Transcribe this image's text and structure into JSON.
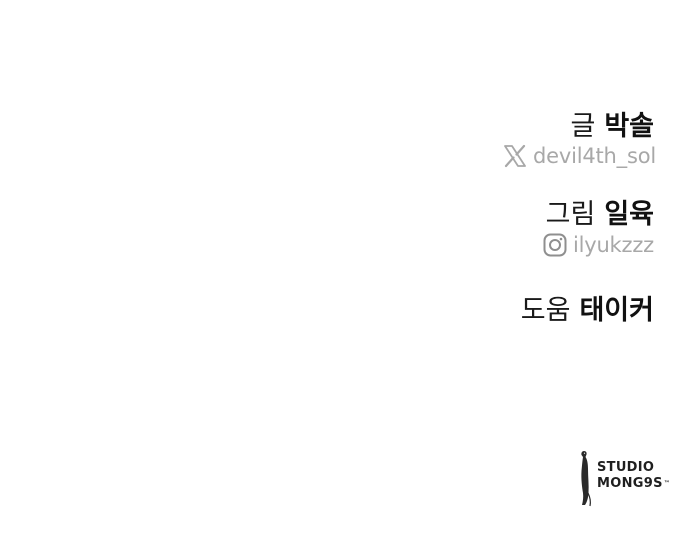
{
  "credits": {
    "writer": {
      "role": "글",
      "name": "박솔"
    },
    "writer_sns": {
      "icon": "x-logo-icon",
      "handle": "devil4th_sol"
    },
    "artist": {
      "role": "그림",
      "name": "일육"
    },
    "artist_sns": {
      "icon": "instagram-icon",
      "handle": "ilyukzzz"
    },
    "assistant": {
      "role": "도움",
      "name": "태이커"
    }
  },
  "studio": {
    "line1": "STUDIO",
    "line2": "MONG9S",
    "trademark": "™",
    "icon": "meerkat-icon"
  },
  "colors": {
    "background": "#ffffff",
    "text": "#111111",
    "handle": "#a8a8a8"
  }
}
